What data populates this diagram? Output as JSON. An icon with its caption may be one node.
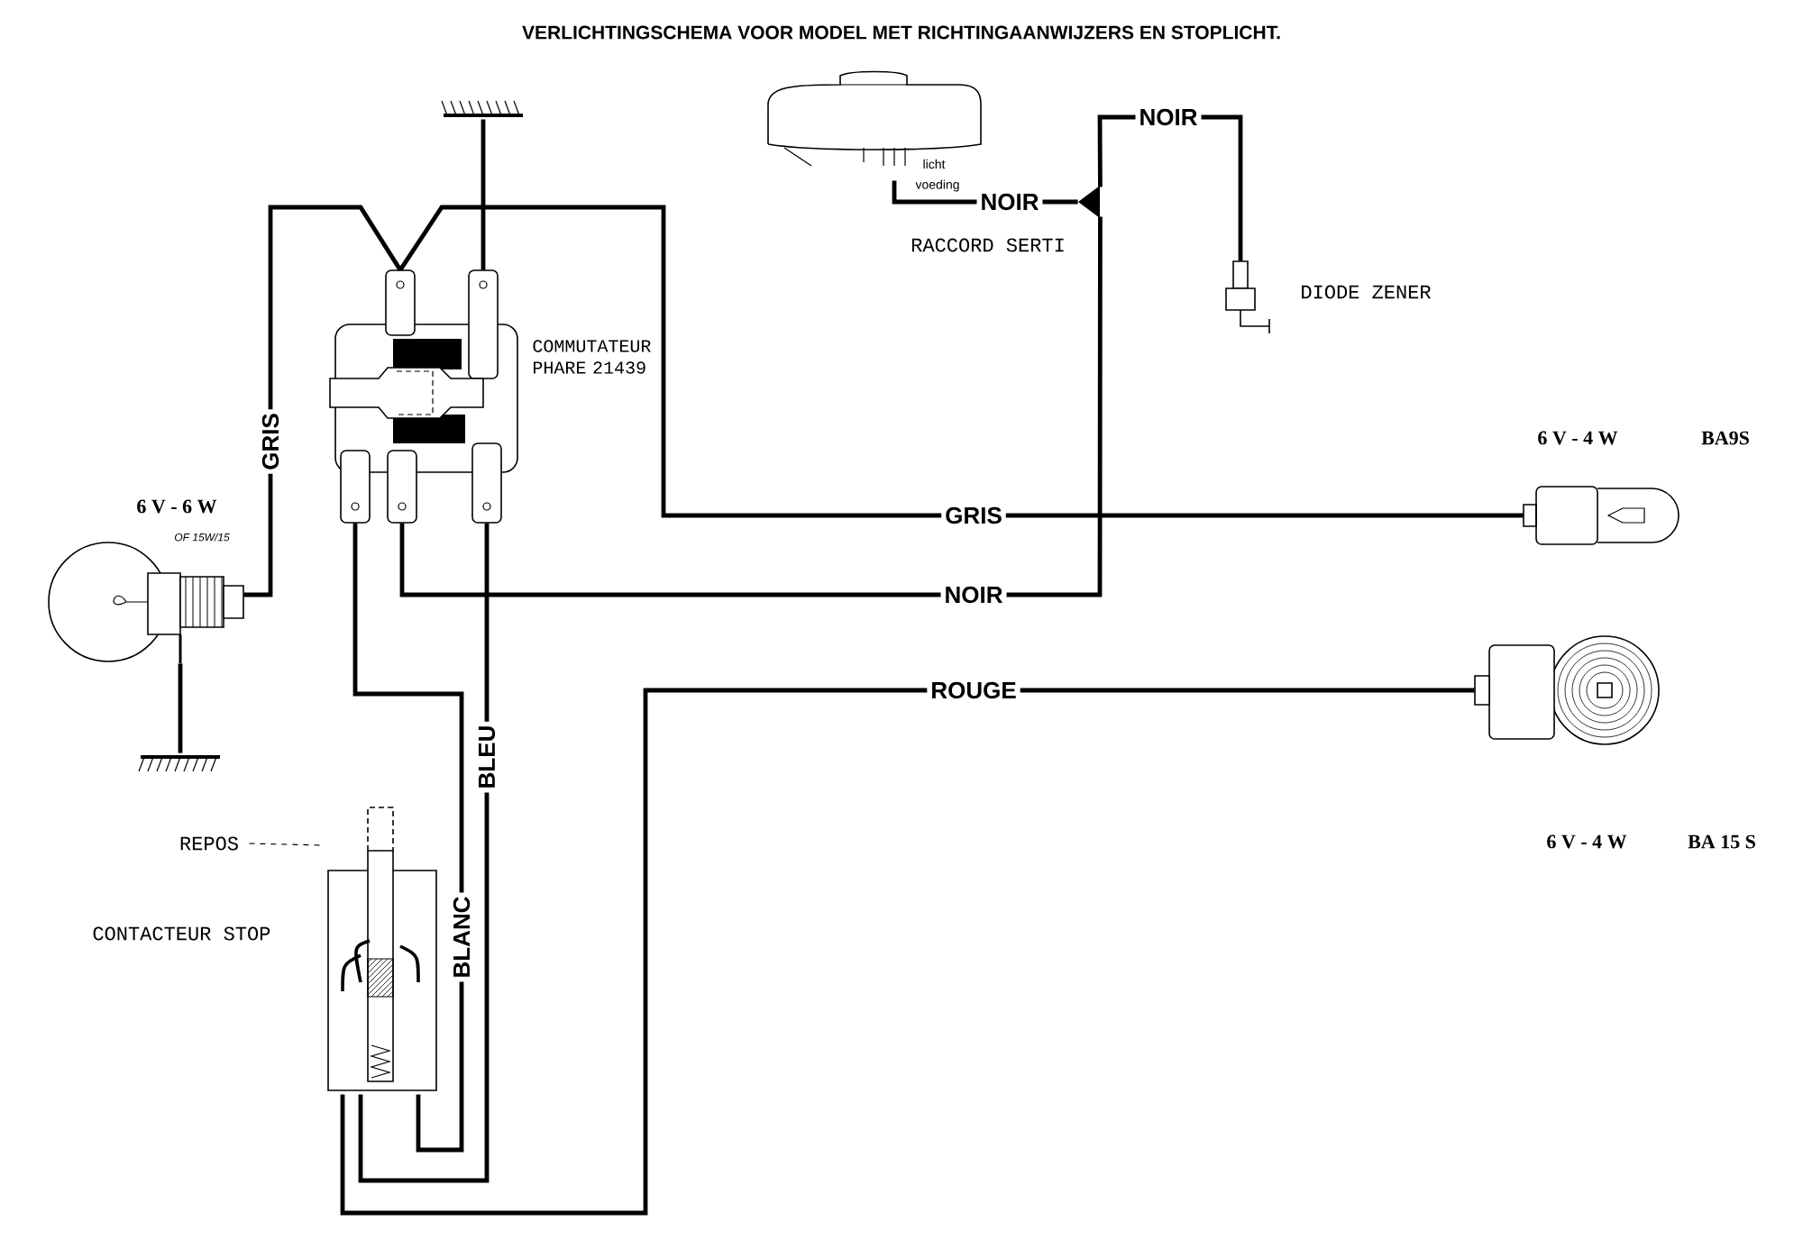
{
  "diagram": {
    "title": "VERLICHTINGSCHEMA VOOR MODEL MET RICHTINGAANWIJZERS EN STOPLICHT.",
    "nodes": [
      {
        "text": [],
        "shape": "picture",
        "beside": [
          "COMMUTATEUR PHARE 21439"
        ]
      },
      {
        "text": [],
        "shape": "picture",
        "beside": [
          "6 V - 6 W",
          "OF 15W/15"
        ]
      },
      {
        "text": [],
        "shape": "picture"
      },
      {
        "text": [],
        "shape": "picture"
      },
      {
        "text": [],
        "shape": "picture",
        "beside": [
          "licht",
          "voeding"
        ]
      },
      {
        "text": [],
        "shape": "picture",
        "beside": [
          "RACCORD SERTI"
        ]
      },
      {
        "text": [],
        "shape": "picture",
        "beside": [
          "DIODE ZENER"
        ]
      },
      {
        "text": [],
        "shape": "picture",
        "beside": [
          "6 V - 4 W",
          "BA9S"
        ]
      },
      {
        "text": [],
        "shape": "picture",
        "beside": [
          "6 V - 4 W",
          "BA 15 S"
        ]
      },
      {
        "text": [],
        "shape": "picture",
        "beside": [
          "CONTACTEUR STOP"
        ]
      },
      {
        "text": [
          "REPOS"
        ]
      }
    ],
    "edges": [
      {
        "from": 0,
        "to": 1,
        "arrow": "none",
        "label": "GRIS"
      },
      {
        "from": 0,
        "to": 7,
        "arrow": "none",
        "label": "GRIS"
      },
      {
        "from": 0,
        "to": 2,
        "arrow": "none"
      },
      {
        "from": 1,
        "to": 3,
        "arrow": "none"
      },
      {
        "from": 4,
        "to": 5,
        "arrow": "none",
        "label": "NOIR"
      },
      {
        "from": 5,
        "to": 6,
        "arrow": "none",
        "label": "NOIR"
      },
      {
        "from": 5,
        "to": 0,
        "arrow": "none",
        "label": "NOIR"
      },
      {
        "from": 0,
        "to": 9,
        "arrow": "none",
        "label": "BLANC"
      },
      {
        "from": 0,
        "to": 9,
        "arrow": "none",
        "label": "BLEU"
      },
      {
        "from": 9,
        "to": 8,
        "arrow": "none",
        "label": "ROUGE"
      },
      {
        "from": 10,
        "to": 9,
        "arrow": "none",
        "style": "dashed"
      }
    ]
  }
}
